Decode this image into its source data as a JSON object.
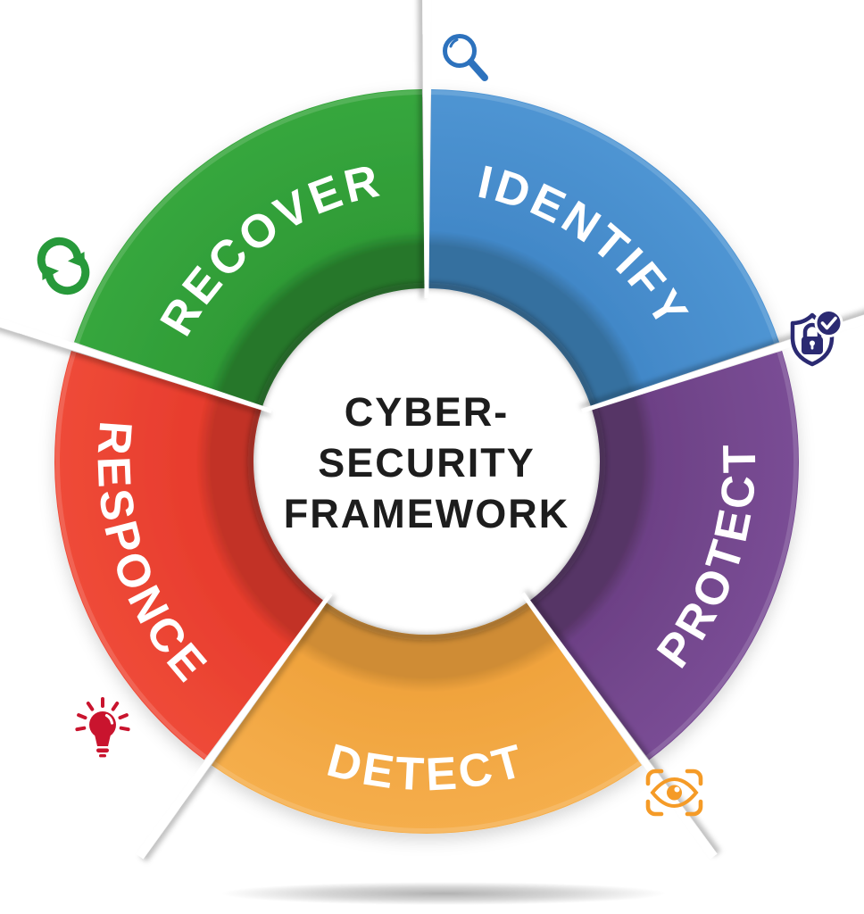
{
  "diagram": {
    "type": "cycle-wheel",
    "center_title": {
      "line1": "CYBER-",
      "line2": "SECURITY",
      "line3": "FRAMEWORK"
    },
    "segments": [
      {
        "id": "identify",
        "label": "IDENTIFY",
        "color": "#4288c8",
        "color_inner": "#36709f",
        "color_light": "#4f95d3",
        "icon": "magnifier-icon",
        "icon_color": "#2d72bd",
        "start_deg": 0,
        "end_deg": 72
      },
      {
        "id": "protect",
        "label": "PROTECT",
        "color": "#6d4186",
        "color_inner": "#573466",
        "color_light": "#7a4d95",
        "icon": "shield-lock-check-icon",
        "icon_color": "#2b2a72",
        "start_deg": 72,
        "end_deg": 144
      },
      {
        "id": "detect",
        "label": "DETECT",
        "color": "#f0a33d",
        "color_inner": "#cf8c34",
        "color_light": "#f5ae4c",
        "icon": "eye-scan-icon",
        "icon_color": "#f59b27",
        "start_deg": 144,
        "end_deg": 216
      },
      {
        "id": "responce",
        "label": "RESPONCE",
        "color": "#e73c2d",
        "color_inner": "#c23327",
        "color_light": "#ef4b38",
        "icon": "lightbulb-icon",
        "icon_color": "#c9142e",
        "start_deg": 216,
        "end_deg": 288
      },
      {
        "id": "recover",
        "label": "RECOVER",
        "color": "#2f9b36",
        "color_inner": "#25772a",
        "color_light": "#37a73e",
        "icon": "recycle-icon",
        "icon_color": "#27993a",
        "start_deg": 288,
        "end_deg": 360
      }
    ],
    "center_bg": "#ffffff",
    "center_text_color": "#1d1d1d",
    "label_text_color": "#ffffff"
  }
}
